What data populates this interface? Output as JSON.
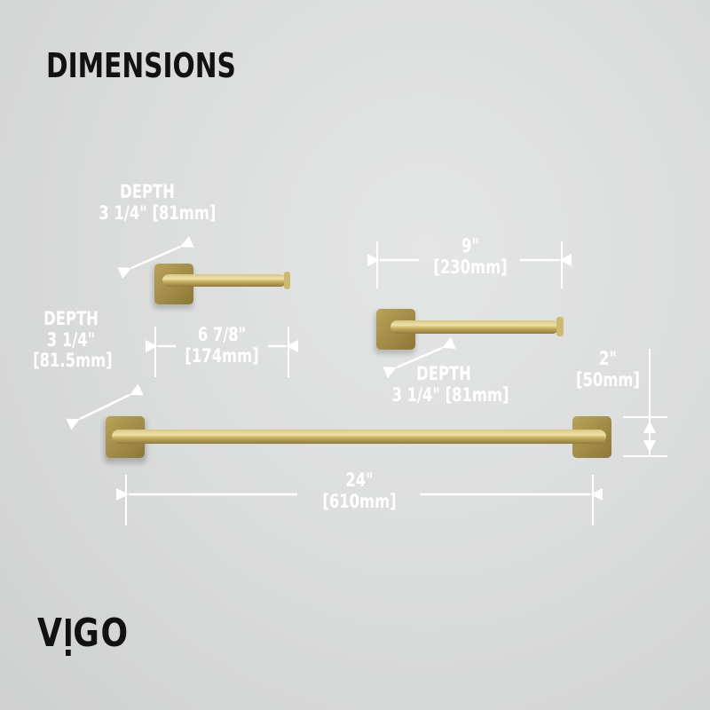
{
  "title": "DIMENSIONS",
  "brand": {
    "logo_text_pre": "V",
    "logo_text_post": "GO",
    "logo_full": "VIGO"
  },
  "colors": {
    "background": "#dcdddd",
    "gold_plate": "#a8924a",
    "gold_bar": "#c9b36a",
    "gold_highlight": "#e6d699",
    "annotation": "#ffffff",
    "title_text": "#111111"
  },
  "products": [
    {
      "name": "small-towel-hook",
      "dimensions": {
        "depth": {
          "label": "DEPTH",
          "value": "3 1/4\" [81mm]"
        },
        "length": {
          "line1": "6 7/8\"",
          "line2": "[174mm]"
        }
      }
    },
    {
      "name": "toilet-paper-holder",
      "dimensions": {
        "length": {
          "line1": "9\"",
          "line2": "[230mm]"
        },
        "depth": {
          "label": "DEPTH",
          "value": "3 1/4\" [81mm]"
        }
      }
    },
    {
      "name": "towel-bar",
      "dimensions": {
        "depth": {
          "label": "DEPTH",
          "line1": "3 1/4\"",
          "line2": "[81.5mm]"
        },
        "length": {
          "line1": "24\"",
          "line2": "[610mm]"
        },
        "height": {
          "line1": "2\"",
          "line2": "[50mm]"
        }
      }
    }
  ]
}
